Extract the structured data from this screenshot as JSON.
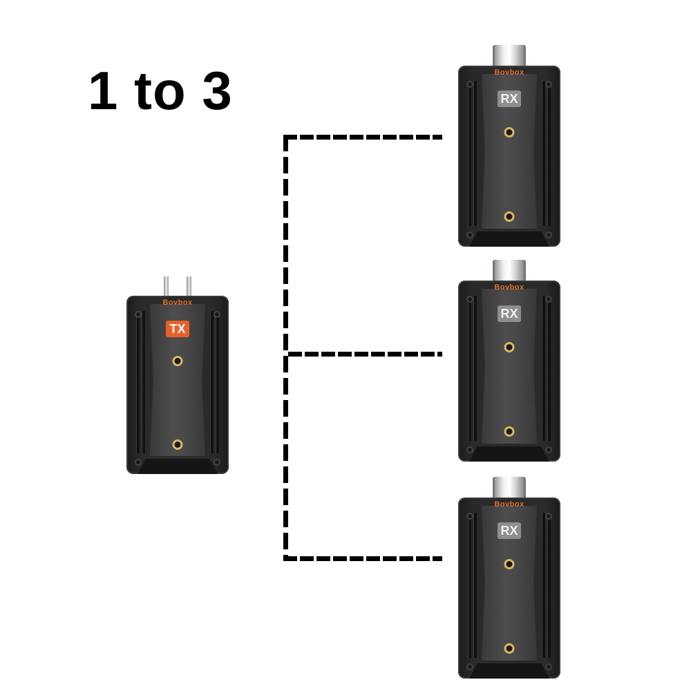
{
  "title": "1 to 3",
  "brand": "Bovbox",
  "colors": {
    "tx_badge": "#e8602a",
    "rx_badge": "#8e8e8e",
    "brand_text": "#e0702a",
    "line": "#000000"
  },
  "transmitter": {
    "label": "TX",
    "connector": "dual-pin"
  },
  "receivers": [
    {
      "label": "RX",
      "connector": "usb-c"
    },
    {
      "label": "RX",
      "connector": "usb-c"
    },
    {
      "label": "RX",
      "connector": "usb-c"
    }
  ],
  "links": [
    {
      "from": "TX",
      "to": "RX-1",
      "style": "dashed"
    },
    {
      "from": "TX",
      "to": "RX-2",
      "style": "dashed"
    },
    {
      "from": "TX",
      "to": "RX-3",
      "style": "dashed"
    }
  ]
}
